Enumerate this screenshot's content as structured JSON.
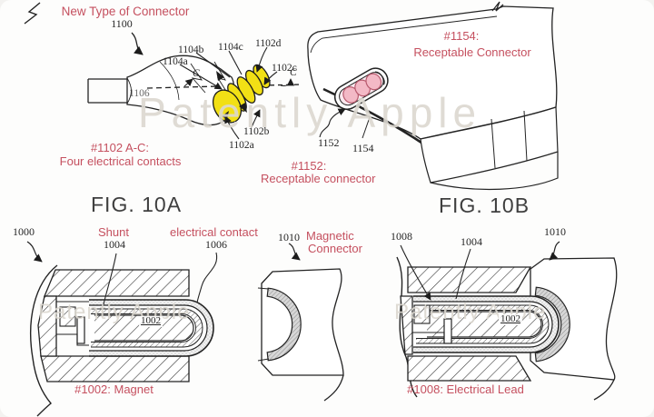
{
  "colors": {
    "red": "#c5505f",
    "yellow": "#f2e015",
    "pink": "#f3b9c6",
    "pink_edge": "#b85a6e",
    "watermark": "#dcd8d0",
    "line": "#232323"
  },
  "watermark": {
    "text": "Patently Apple"
  },
  "fig_connector": {
    "title": "New Type of Connector",
    "ref_1100": "1100",
    "labels": {
      "l1104b": "1104b",
      "l1104c": "1104c",
      "l1102d": "1102d",
      "l1104a": "1104a",
      "l1102c": "1102c",
      "c_left": "C",
      "c_right": "C",
      "l1106": "1106",
      "l1102b": "1102b",
      "l1102a": "1102a"
    },
    "caption_line1": "#1102 A-C:",
    "caption_line2": "Four electrical contacts",
    "fig_label": "FIG. 10A"
  },
  "fig_device": {
    "caption_top_line1": "#1154:",
    "caption_top_line2": "Receptable Connector",
    "ref_1152": "1152",
    "ref_1154": "1154",
    "caption_bottom_line1": "#1152:",
    "caption_bottom_line2": "Receptable connector",
    "fig_label": "FIG. 10B"
  },
  "fig_10a": {
    "ref_1000": "1000",
    "shunt_label": "Shunt",
    "ref_1004": "1004",
    "contact_label": "electrical contact",
    "ref_1006": "1006",
    "ref_1002": "1002",
    "caption": "#1002: Magnet"
  },
  "fig_magnetic": {
    "ref_1010": "1010",
    "label_line1": "Magnetic",
    "label_line2": "Connector"
  },
  "fig_10b": {
    "ref_1008": "1008",
    "ref_1004": "1004",
    "ref_1010": "1010",
    "ref_1002": "1002",
    "caption": "#1008: Electrical Lead"
  }
}
